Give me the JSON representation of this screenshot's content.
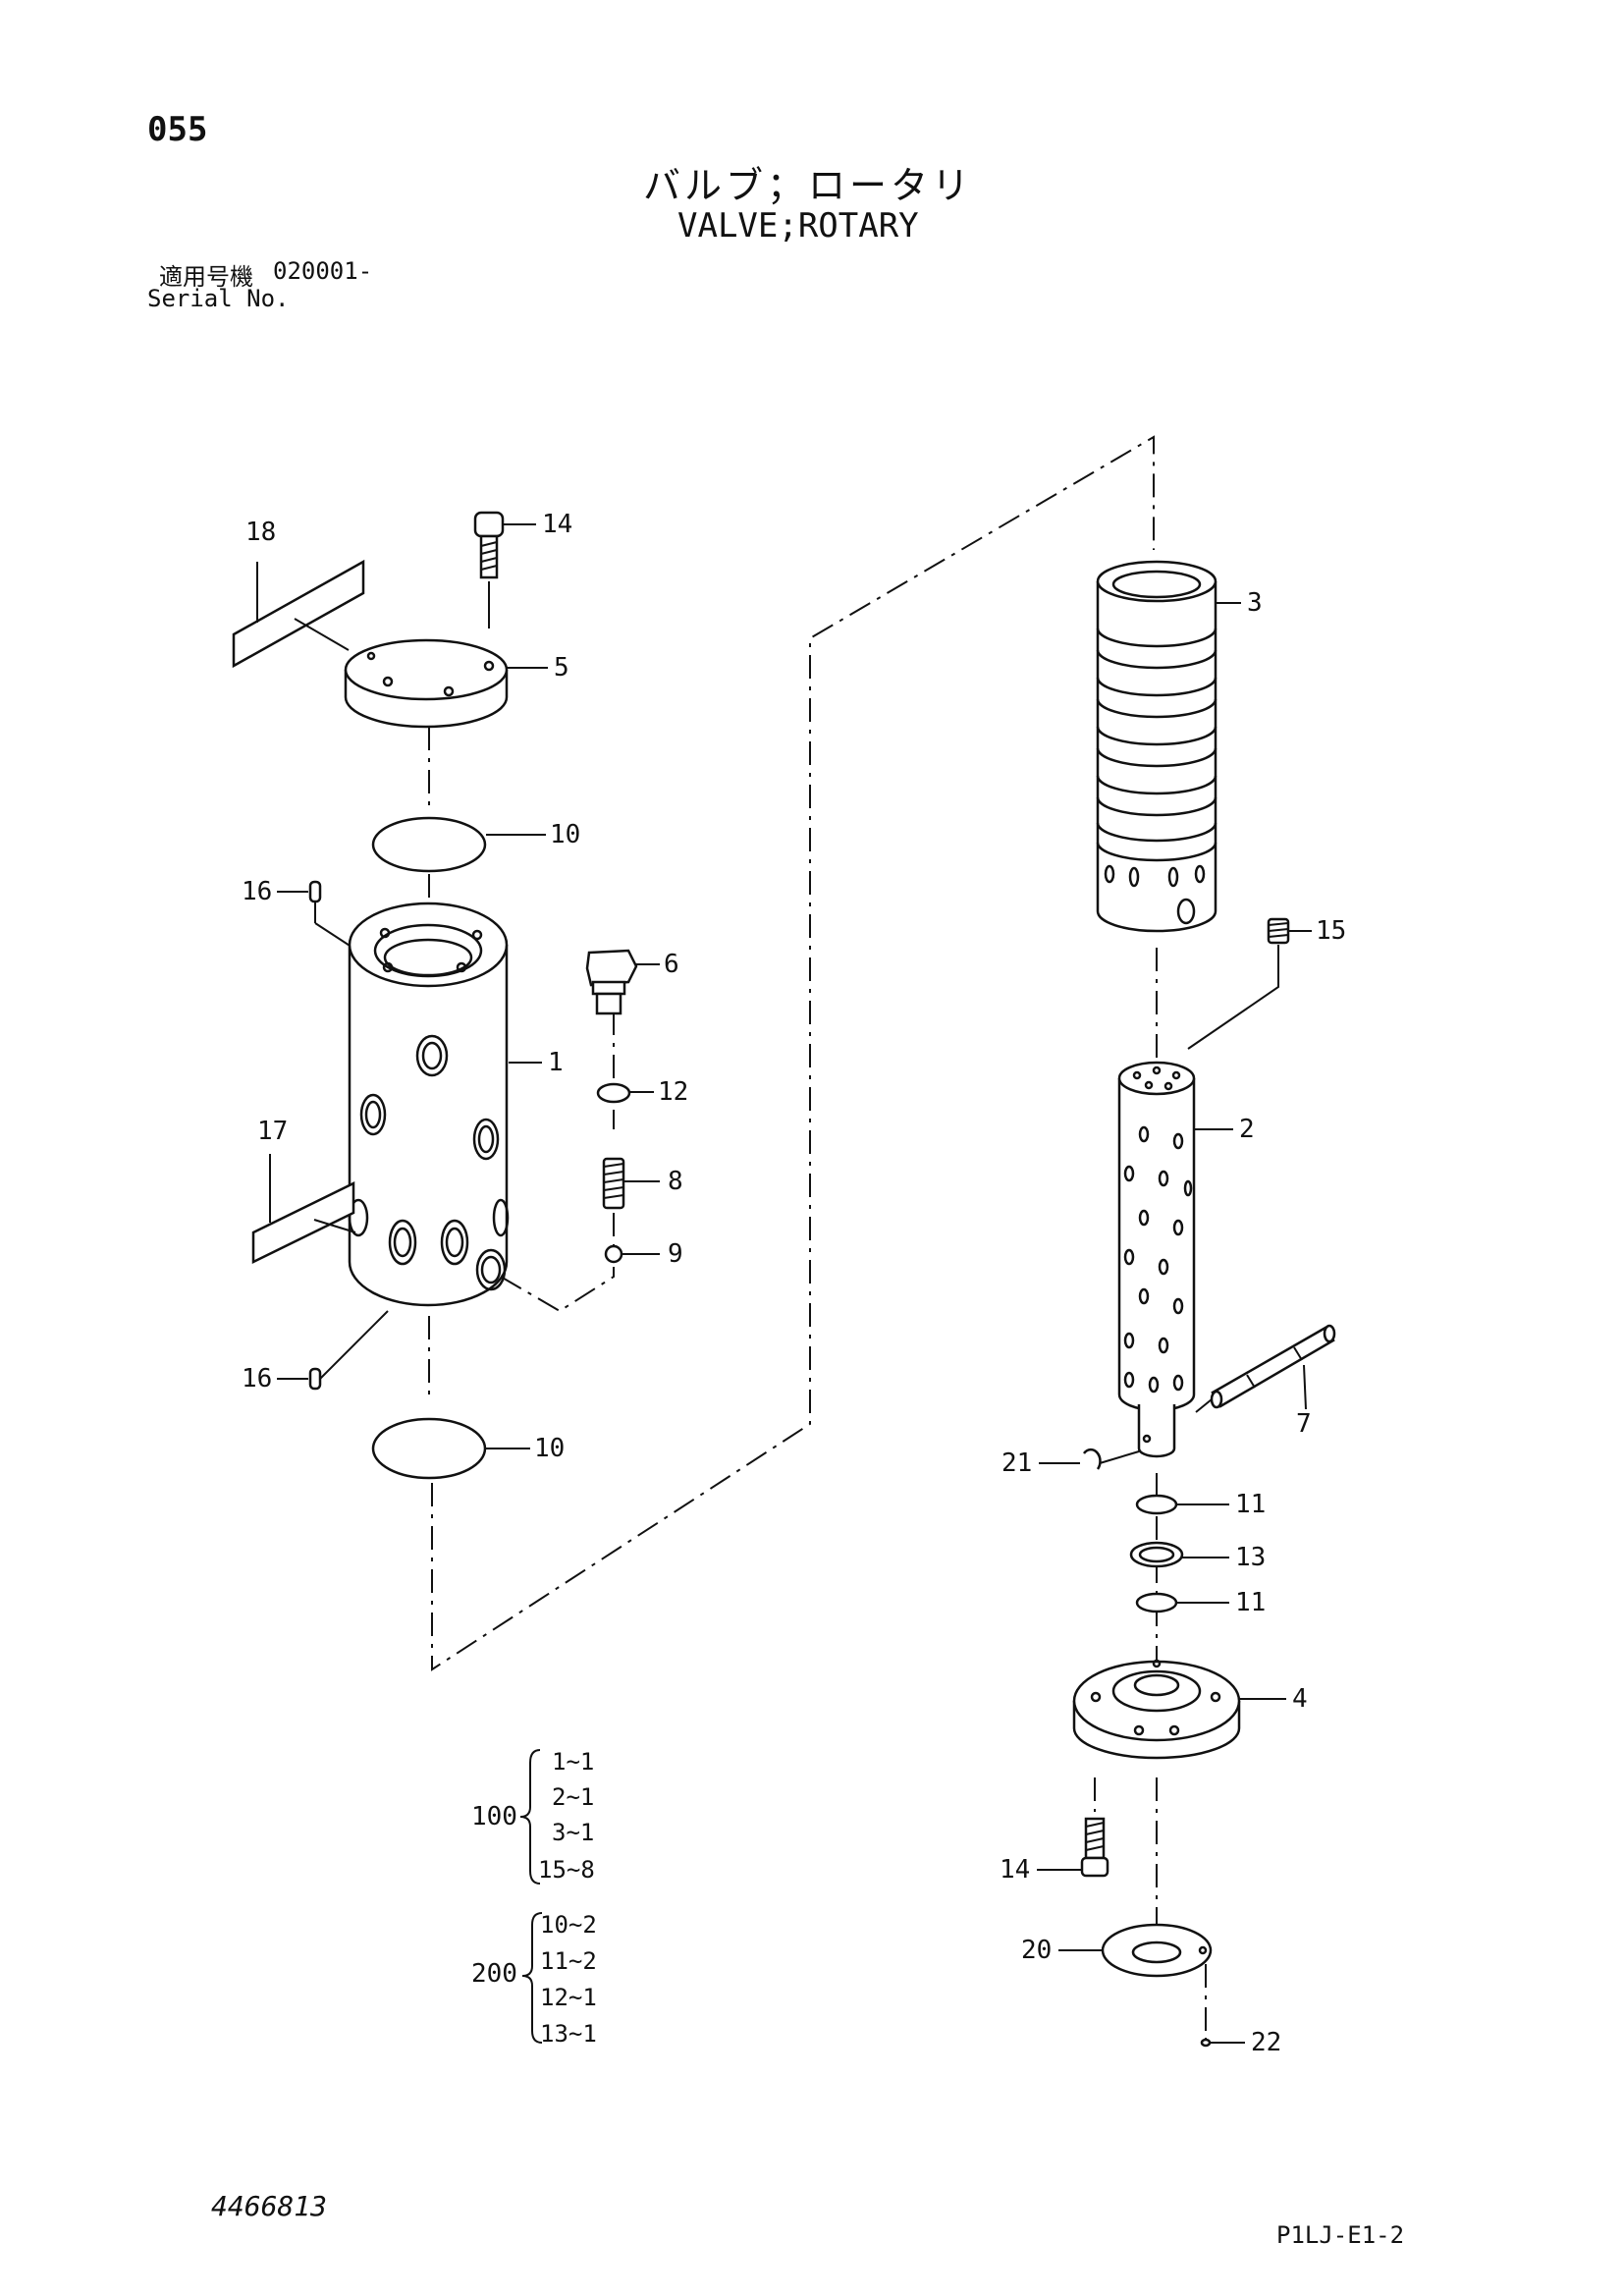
{
  "header": {
    "page_number": "055",
    "title_jp": "バルブ；ロータリ",
    "title_en": "VALVE;ROTARY",
    "serial_label_jp": "適用号機",
    "serial_value": "020001-",
    "serial_label_en": "Serial No."
  },
  "callouts": [
    {
      "id": "c14a",
      "text": "14"
    },
    {
      "id": "c18",
      "text": "18"
    },
    {
      "id": "c5",
      "text": "5"
    },
    {
      "id": "c10a",
      "text": "10"
    },
    {
      "id": "c16a",
      "text": "16"
    },
    {
      "id": "c6",
      "text": "6"
    },
    {
      "id": "c1",
      "text": "1"
    },
    {
      "id": "c12",
      "text": "12"
    },
    {
      "id": "c17",
      "text": "17"
    },
    {
      "id": "c8",
      "text": "8"
    },
    {
      "id": "c9",
      "text": "9"
    },
    {
      "id": "c16b",
      "text": "16"
    },
    {
      "id": "c10b",
      "text": "10"
    },
    {
      "id": "c3",
      "text": "3"
    },
    {
      "id": "c15",
      "text": "15"
    },
    {
      "id": "c2",
      "text": "2"
    },
    {
      "id": "c7",
      "text": "7"
    },
    {
      "id": "c21",
      "text": "21"
    },
    {
      "id": "c11a",
      "text": "11"
    },
    {
      "id": "c13",
      "text": "13"
    },
    {
      "id": "c11b",
      "text": "11"
    },
    {
      "id": "c4",
      "text": "4"
    },
    {
      "id": "c14b",
      "text": "14"
    },
    {
      "id": "c20",
      "text": "20"
    },
    {
      "id": "c22",
      "text": "22"
    }
  ],
  "kits": [
    {
      "number": "100",
      "items": [
        "1~1",
        "2~1",
        "3~1",
        "15~8"
      ]
    },
    {
      "number": "200",
      "items": [
        "10~2",
        "11~2",
        "12~1",
        "13~1"
      ]
    }
  ],
  "footer": {
    "document_number": "4466813",
    "sheet_code": "P1LJ-E1-2"
  }
}
